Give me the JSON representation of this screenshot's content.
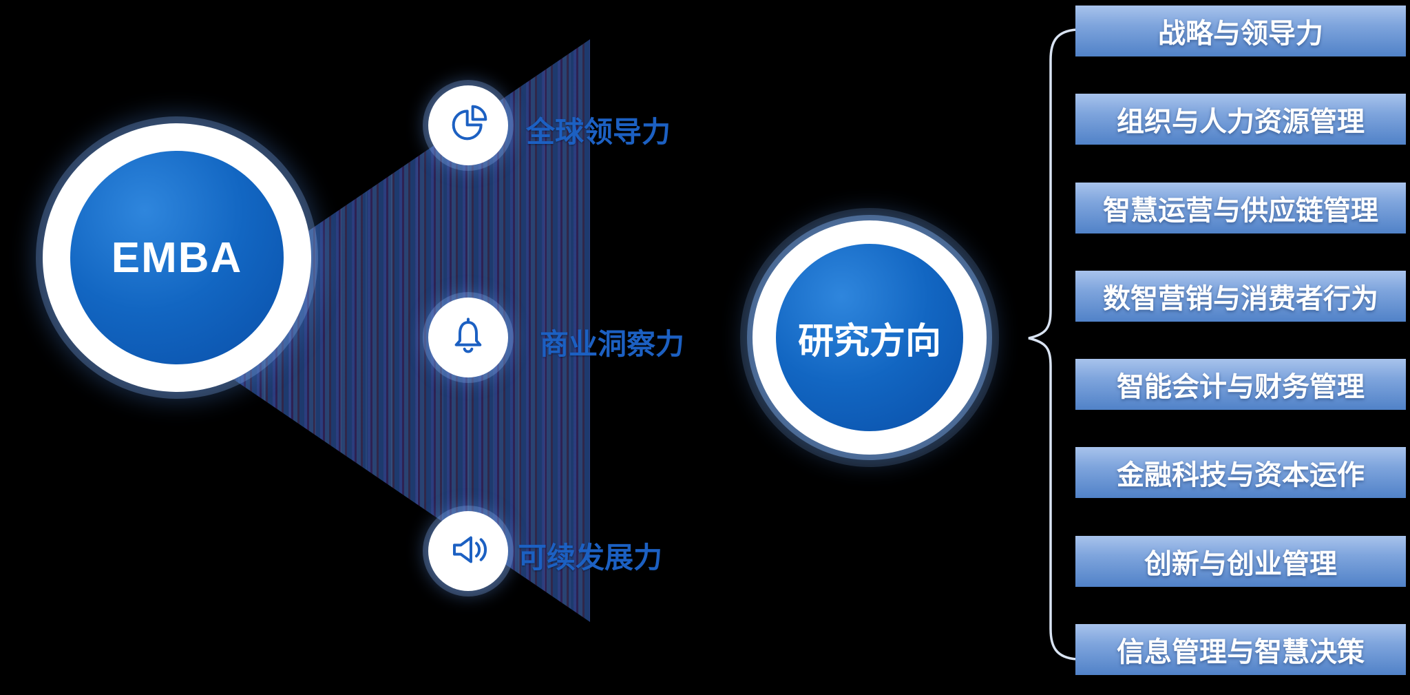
{
  "emba": {
    "label": "EMBA"
  },
  "research_circle": {
    "label": "研究方向"
  },
  "capabilities": [
    {
      "label": "全球领导力",
      "icon": "pie-chart-icon"
    },
    {
      "label": "商业洞察力",
      "icon": "bell-icon"
    },
    {
      "label": "可续发展力",
      "icon": "speaker-icon"
    }
  ],
  "directions": [
    "战略与领导力",
    "组织与人力资源管理",
    "智慧运营与供应链管理",
    "数智营销与消费者行为",
    "智能会计与财务管理",
    "金融科技与资本运作",
    "创新与创业管理",
    "信息管理与智慧决策"
  ],
  "colors": {
    "background": "#000000",
    "primary_blue": "#0d5cb6",
    "label_blue": "#1c60c2",
    "bar_gradient_top": "#a8c3ec",
    "bar_gradient_bottom": "#5182c8",
    "text_white": "#ffffff"
  }
}
